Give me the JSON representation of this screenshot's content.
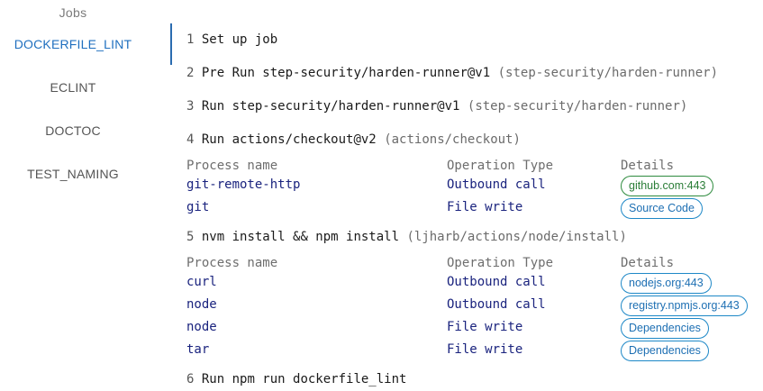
{
  "sidebar": {
    "title": "Jobs",
    "items": [
      {
        "label": "DOCKERFILE_LINT",
        "active": true
      },
      {
        "label": "ECLINT",
        "active": false
      },
      {
        "label": "DOCTOC",
        "active": false
      },
      {
        "label": "TEST_NAMING",
        "active": false
      }
    ]
  },
  "steps": [
    {
      "num": "1",
      "title": "Set up job",
      "source": ""
    },
    {
      "num": "2",
      "title": "Pre Run step-security/harden-runner@v1",
      "source": "(step-security/harden-runner)"
    },
    {
      "num": "3",
      "title": "Run step-security/harden-runner@v1",
      "source": "(step-security/harden-runner)"
    },
    {
      "num": "4",
      "title": "Run actions/checkout@v2",
      "source": "(actions/checkout)"
    },
    {
      "num": "5",
      "title": "nvm install && npm install",
      "source": "(ljharb/actions/node/install)"
    },
    {
      "num": "6",
      "title": "Run npm run dockerfile_lint",
      "source": ""
    }
  ],
  "tables": [
    {
      "headers": [
        "Process name",
        "Operation Type",
        "Details"
      ],
      "rows": [
        {
          "process": "git-remote-http",
          "operation": "Outbound call",
          "detail": "github.com:443",
          "detail_style": "green"
        },
        {
          "process": "git",
          "operation": "File write",
          "detail": "Source Code",
          "detail_style": "blue"
        }
      ]
    },
    {
      "headers": [
        "Process name",
        "Operation Type",
        "Details"
      ],
      "rows": [
        {
          "process": "curl",
          "operation": "Outbound call",
          "detail": "nodejs.org:443",
          "detail_style": "blue"
        },
        {
          "process": "node",
          "operation": "Outbound call",
          "detail": "registry.npmjs.org:443",
          "detail_style": "blue"
        },
        {
          "process": "node",
          "operation": "File write",
          "detail": "Dependencies",
          "detail_style": "blue"
        },
        {
          "process": "tar",
          "operation": "File write",
          "detail": "Dependencies",
          "detail_style": "blue"
        }
      ]
    }
  ],
  "colors": {
    "accent": "#1f6fbf",
    "badge_blue": "#1e88c7",
    "badge_green": "#2e8b3e",
    "process_text": "#1a237e"
  }
}
